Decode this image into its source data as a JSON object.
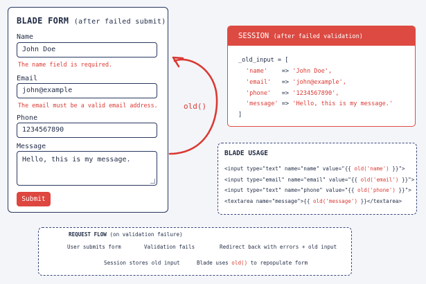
{
  "form": {
    "title": "BLADE FORM",
    "subtitle": "(after failed submit)",
    "fields": [
      {
        "label": "Name",
        "value": "John Doe",
        "error": "The name field is required."
      },
      {
        "label": "Email",
        "value": "john@example",
        "error": "The email must be a valid email address."
      },
      {
        "label": "Phone",
        "value": "1234567890",
        "error": ""
      },
      {
        "label": "Message",
        "value": "Hello, this is my message.",
        "error": ""
      }
    ],
    "submit_label": "Submit"
  },
  "arrow_label": "old()",
  "session": {
    "title": "SESSION",
    "subtitle": "(after failed validation)",
    "open": "_old_input = [",
    "entries": [
      {
        "key": "'name'",
        "sep": "    => ",
        "value": "'John Doe',"
      },
      {
        "key": "'email'",
        "sep": "   => ",
        "value": "'john@example',"
      },
      {
        "key": "'phone'",
        "sep": "   => ",
        "value": "'1234567890',"
      },
      {
        "key": "'message'",
        "sep": " => ",
        "value": "'Hello, this is my message.'"
      }
    ],
    "close": "]"
  },
  "usage": {
    "title": "BLADE USAGE",
    "lines": [
      {
        "pre": "<input type=\"text\" name=\"name\" value=\"{{ ",
        "call": "old('name')",
        "post": " }}\">"
      },
      {
        "pre": "<input type=\"email\" name=\"email\" value=\"{{ ",
        "call": "old('email')",
        "post": " }}\">"
      },
      {
        "pre": "<input type=\"text\" name=\"phone\" value=\"{{ ",
        "call": "old('phone')",
        "post": " }}\">"
      },
      {
        "pre": "<textarea name=\"message\">{{ ",
        "call": "old('message')",
        "post": " }}</textarea>"
      }
    ]
  },
  "flow": {
    "title": "REQUEST FLOW",
    "subtitle": "(on validation failure)",
    "step1": "User submits form",
    "step2": "Validation fails",
    "step3": "Redirect back with errors + old input",
    "step4": "Session stores old input",
    "step5_pre": "Blade uses ",
    "step5_call": "old()",
    "step5_post": " to repopulate form"
  },
  "colors": {
    "accent": "#dc4a42",
    "navy": "#27365e"
  }
}
